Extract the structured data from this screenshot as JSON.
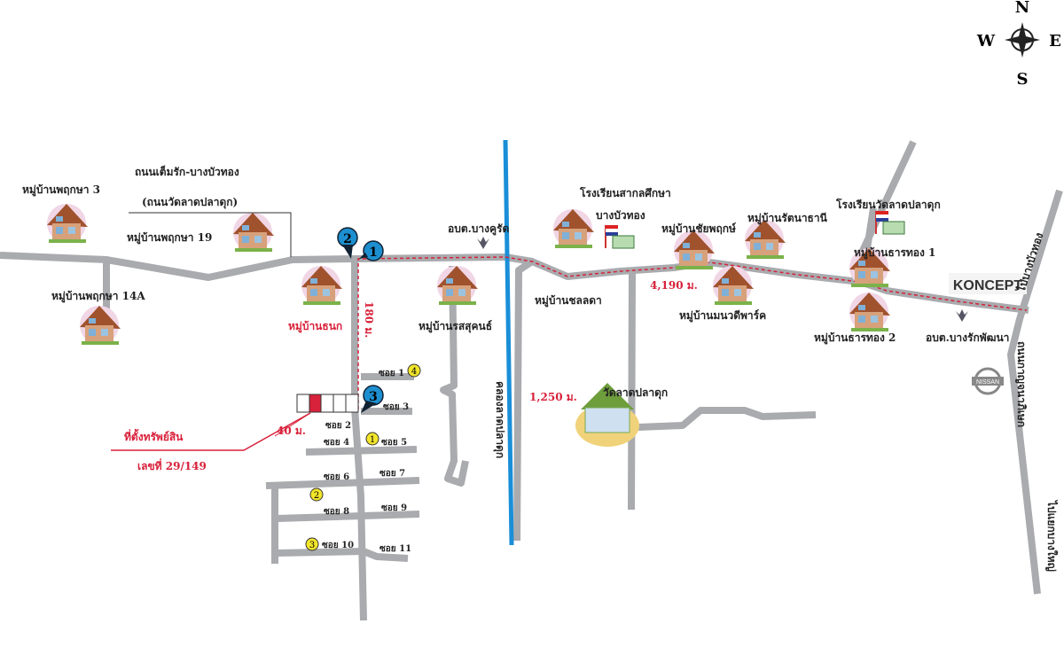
{
  "compass": {
    "n": "N",
    "s": "S",
    "e": "E",
    "w": "W"
  },
  "road_name": {
    "line1": "ถนนเต็มรัก-บางบัวทอง",
    "line2": "(ถนนวัดลาดปลาดุก)"
  },
  "villages": {
    "v3": "หมู่บ้านพฤกษา 3",
    "v19": "หมู่บ้านพฤกษา 19",
    "v14a": "หมู่บ้านพฤกษา 14A",
    "thanak": "หมู่บ้านธนก",
    "rossukon": "หมู่บ้านรสสุคนธ์",
    "chonlada": "หมู่บ้านชลลดา",
    "chaipruek": "หมู่บ้านชัยพฤกษ์",
    "rattana": "หมู่บ้านรัตนาธานี",
    "manawadee": "หมู่บ้านมนวดีพาร์ค",
    "tarathong1": "หมู่บ้านธารทอง 1",
    "tarathong2": "หมู่บ้านธารทอง 2"
  },
  "places": {
    "school1_a": "โรงเรียนสากลศึกษา",
    "school1_b": "บางบัวทอง",
    "school2": "โรงเรียนวัดลาดปลาดุก",
    "tao1": "อบต.บางคูรัด",
    "tao2": "อบต.บางรักพัฒนา",
    "temple": "วัดลาดปลาดุก",
    "canal": "คลองลาดปลาดุก",
    "highway": "ถนนกาญจนาภิเษก",
    "to_north": "ไปบางบัวทอง",
    "to_south": "ไปแยกบางใหญ่",
    "koncept": "KONCEPT",
    "nissan": "NISSAN"
  },
  "distances": {
    "d180": "180 ม.",
    "d4190": "4,190 ม.",
    "d1250": "1,250 ม.",
    "d40": "40 ม."
  },
  "property": {
    "title": "ที่ตั้งทรัพย์สิน",
    "number": "เลขที่ 29/149"
  },
  "sois": {
    "s1": "ซอย 1",
    "s2": "ซอย 2",
    "s3": "ซอย 3",
    "s4": "ซอย 4",
    "s5": "ซอย 5",
    "s6": "ซอย 6",
    "s7": "ซอย 7",
    "s8": "ซอย 8",
    "s9": "ซอย 9",
    "s10": "ซอย 10",
    "s11": "ซอย 11"
  },
  "route_markers": [
    "1",
    "2",
    "3"
  ],
  "yellow_markers": [
    "1",
    "2",
    "3",
    "4"
  ],
  "colors": {
    "road": "#a9abae",
    "canal": "#1a8fd8",
    "route": "#d8213a",
    "pin": "#1d8fd0",
    "yellow": "#f2e52a"
  }
}
